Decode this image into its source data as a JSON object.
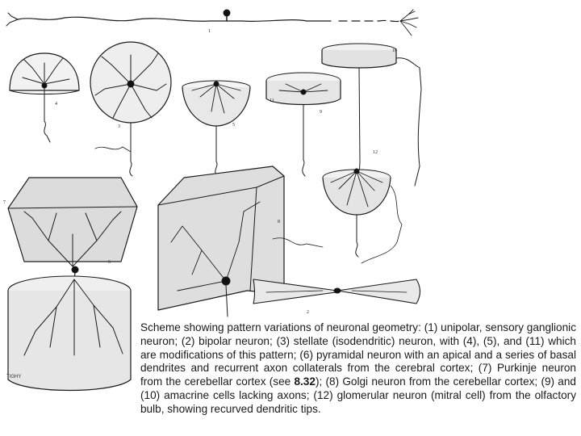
{
  "figure": {
    "panel_numbers": [
      "1",
      "2",
      "3",
      "4",
      "5",
      "6",
      "7",
      "8",
      "9",
      "10",
      "11",
      "12"
    ]
  },
  "caption": {
    "text_before": "Scheme showing pattern variations of neuronal geometry: (1) unipolar, sensory ganglionic neuron; (2) bipolar neuron; (3) stellate (isodendritic) neuron, with (4), (5), and (11) which are modifications of this pattern; (6) pyramidal neuron with an apical and a series of basal dendrites and recurrent axon collaterals from the cerebral cortex; (7) Purkinje neuron from the cerebellar cortex (see ",
    "bold_ref": "8.32",
    "text_after": "); (8) Golgi neuron from the cerebellar cortex; (9) and (10) amacrine cells lacking axons; (12) glomerular neuron (mitral cell) from the olfactory bulb, showing recurved dendritic tips."
  },
  "signature": "TIGHY"
}
